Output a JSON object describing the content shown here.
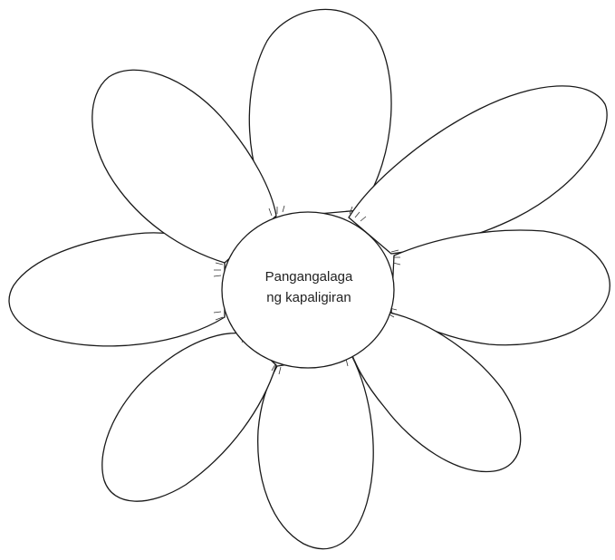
{
  "center": {
    "line1": "Pangangalaga",
    "line2": "ng kapaligiran"
  },
  "petal_count": 8,
  "colors": {
    "outline": "#1a1a1a",
    "fill": "#ffffff"
  }
}
